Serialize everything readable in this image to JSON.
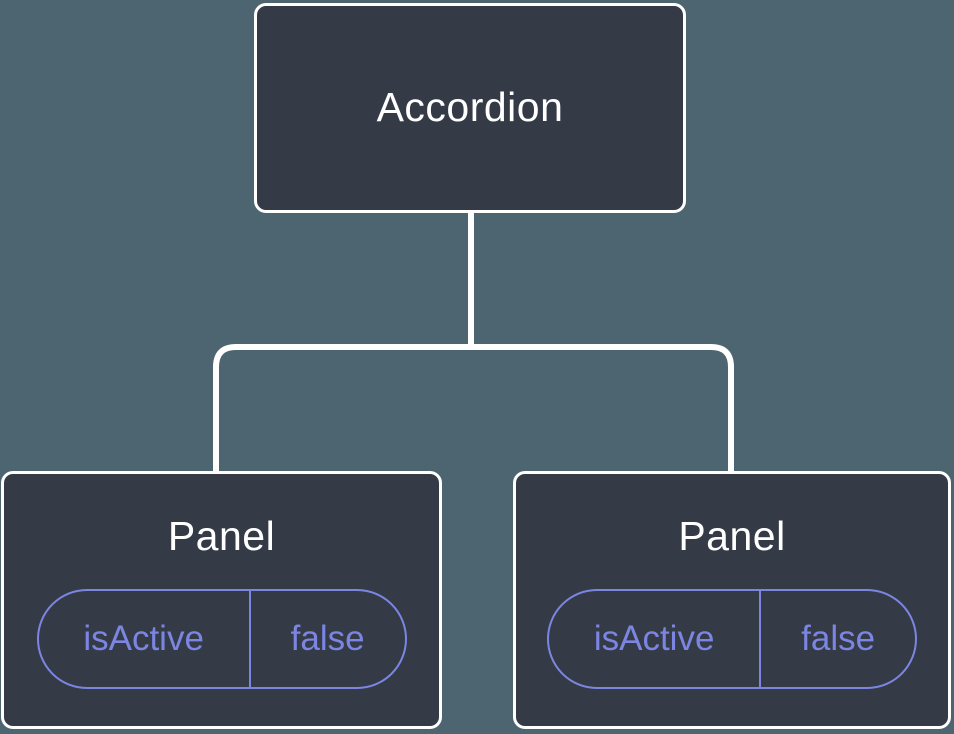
{
  "colors": {
    "background": "#4c6570",
    "node_fill": "#343b47",
    "node_border": "#ffffff",
    "connector": "#ffffff",
    "accent_purple": "#7c86e2",
    "title_text": "#ffffff"
  },
  "tree": {
    "root": {
      "label": "Accordion"
    },
    "children": [
      {
        "label": "Panel",
        "state": {
          "key": "isActive",
          "value": "false"
        }
      },
      {
        "label": "Panel",
        "state": {
          "key": "isActive",
          "value": "false"
        }
      }
    ]
  }
}
